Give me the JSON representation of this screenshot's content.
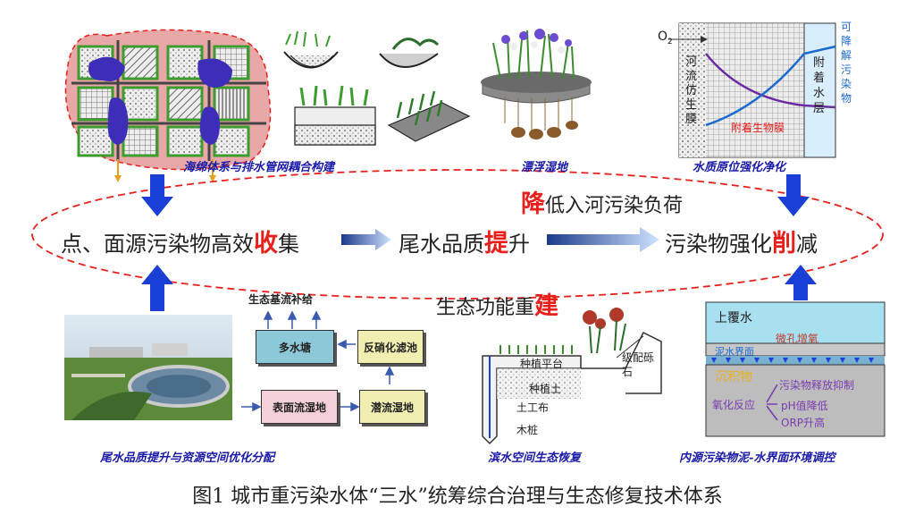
{
  "captions": {
    "sponge": "海绵体系与排水管网耦合构建",
    "floating": "漂浮湿地",
    "waterquality": "水质原位强化净化",
    "tailwater": "尾水品质提升与资源空间优化分配",
    "riparian": "滨水空间生态恢复",
    "sediment": "内源污染物泥-水界面环境调控"
  },
  "center": {
    "top_label_red": "降",
    "top_label_rest": "低入河污染负荷",
    "step1_pre": "点、面源污染物高效",
    "step1_red": "收",
    "step1_post": "集",
    "step2_pre": "尾水品质",
    "step2_red": "提",
    "step2_post": "升",
    "step3_pre": "污染物强化",
    "step3_red": "削",
    "step3_post": "减",
    "bottom_label_pre": "生态功能重",
    "bottom_label_red": "建"
  },
  "biofilm": {
    "o2": "O",
    "o2_sub": "2",
    "left_label": "河流仿生膜",
    "right_label": "附着水层",
    "far_right": "可降解污染物",
    "center_label": "附着生物膜"
  },
  "flow": {
    "eco_flow": "生态基流补给",
    "multi_pond": "多水塘",
    "denitrify": "反硝化滤池",
    "surface_wetland": "表面流湿地",
    "subsurface_wetland": "潜流湿地"
  },
  "riparian": {
    "platform": "种植平台",
    "soil": "种植土",
    "geotextile": "土工布",
    "pile": "木桩",
    "gravel": "级配砾石"
  },
  "sediment": {
    "overlying": "上覆水",
    "micro_oxygen": "微孔增氧",
    "interface": "泥水界面",
    "sediment": "沉积物",
    "oxidation": "氧化反应",
    "r1": "污染物释放抑制",
    "r2": "pH值降低",
    "r3": "ORP升高"
  },
  "figure_caption": "图1 城市重污染水体“三水”统筹综合治理与生态修复技术体系",
  "colors": {
    "red": "#e8201c",
    "blue_arrow": "#1a3fd6",
    "caption_blue": "#1a1aa8",
    "dashed_ellipse": "#e8201c"
  }
}
